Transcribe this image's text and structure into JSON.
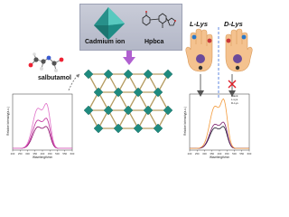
{
  "top_panel": {
    "left_label": "Cadmium ion",
    "right_label": "Hpbca"
  },
  "molecule": {
    "label": "salbutamol"
  },
  "enantiomers": {
    "left": "L-Lys",
    "right": "D-Lys"
  },
  "left_chart": {
    "ylabel": "Relative Intensity(a.u.)",
    "xlabel": "Wavelength/nm",
    "x_ticks": [
      "200",
      "250",
      "300",
      "350",
      "400",
      "450",
      "500",
      "550",
      "600"
    ],
    "colors": [
      "#8b0a6a",
      "#c02a9a",
      "#e070c8"
    ]
  },
  "right_chart": {
    "ylabel": "Relative Intensity(a.u.)",
    "xlabel": "Wavelength/nm",
    "x_ticks": [
      "200",
      "250",
      "300",
      "350",
      "400",
      "450",
      "500",
      "550",
      "600"
    ],
    "legend": [
      "Blank",
      "L-Lys",
      "D-Lys"
    ],
    "colors": [
      "#1a1a2a",
      "#7a1a6a",
      "#f39a3a"
    ]
  }
}
